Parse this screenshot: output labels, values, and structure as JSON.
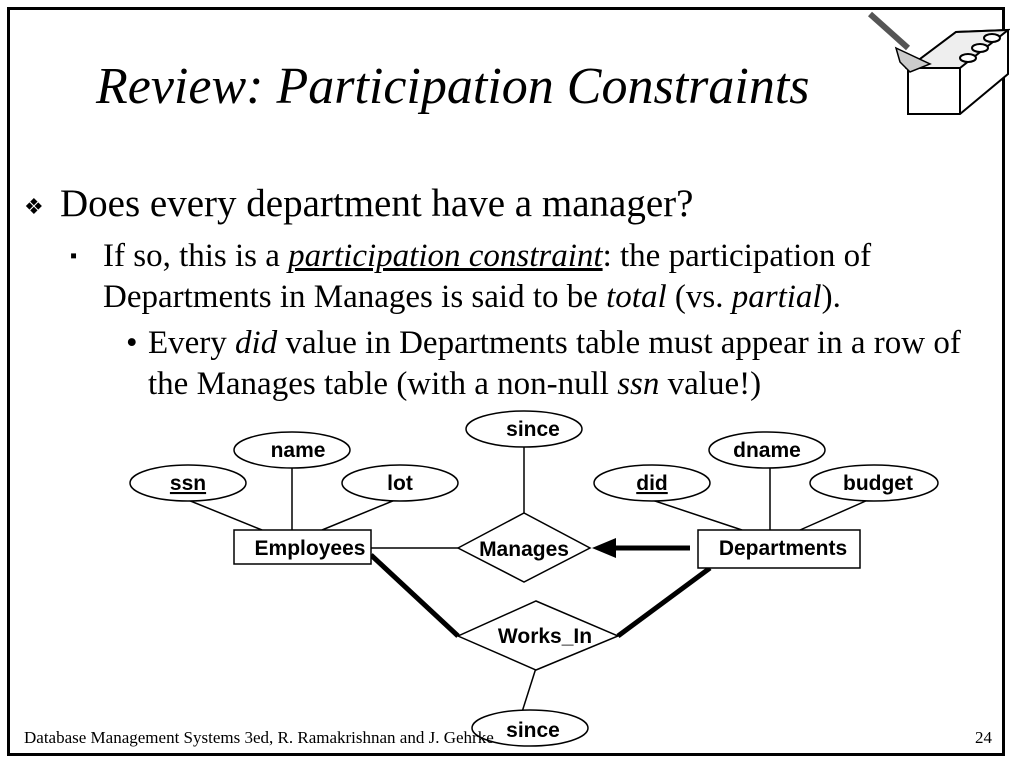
{
  "slide": {
    "title": "Review: Participation Constraints",
    "bullet1": "Does every department have a manager?",
    "bullet2": {
      "prefix": "If so, this is a ",
      "term": "participation constraint",
      "middle": ":  the participation of Departments in Manages is said to be ",
      "total": "total",
      "vs": " (vs. ",
      "partial": "partial",
      "end": ")."
    },
    "bullet3": {
      "prefix": "Every ",
      "did": "did",
      "middle": " value in Departments table must appear in a row of the Manages table (with a non-null ",
      "ssn": "ssn",
      "end": " value!)"
    },
    "footer": "Database Management Systems 3ed,  R. Ramakrishnan and J. Gehrke",
    "page_number": "24"
  },
  "diagram": {
    "entities": {
      "employees": "Employees",
      "departments": "Departments"
    },
    "relationships": {
      "manages": "Manages",
      "works_in": "Works_In"
    },
    "attributes": {
      "ssn": "ssn",
      "name": "name",
      "lot": "lot",
      "did": "did",
      "dname": "dname",
      "budget": "budget",
      "manages_since": "since",
      "works_in_since": "since"
    }
  },
  "colors": {
    "ink": "#000000",
    "background": "#ffffff"
  },
  "icons": {
    "logo": "brick-trowel-icon",
    "bullet1": "diamond-bullet-icon",
    "bullet2": "square-bullet-icon"
  }
}
